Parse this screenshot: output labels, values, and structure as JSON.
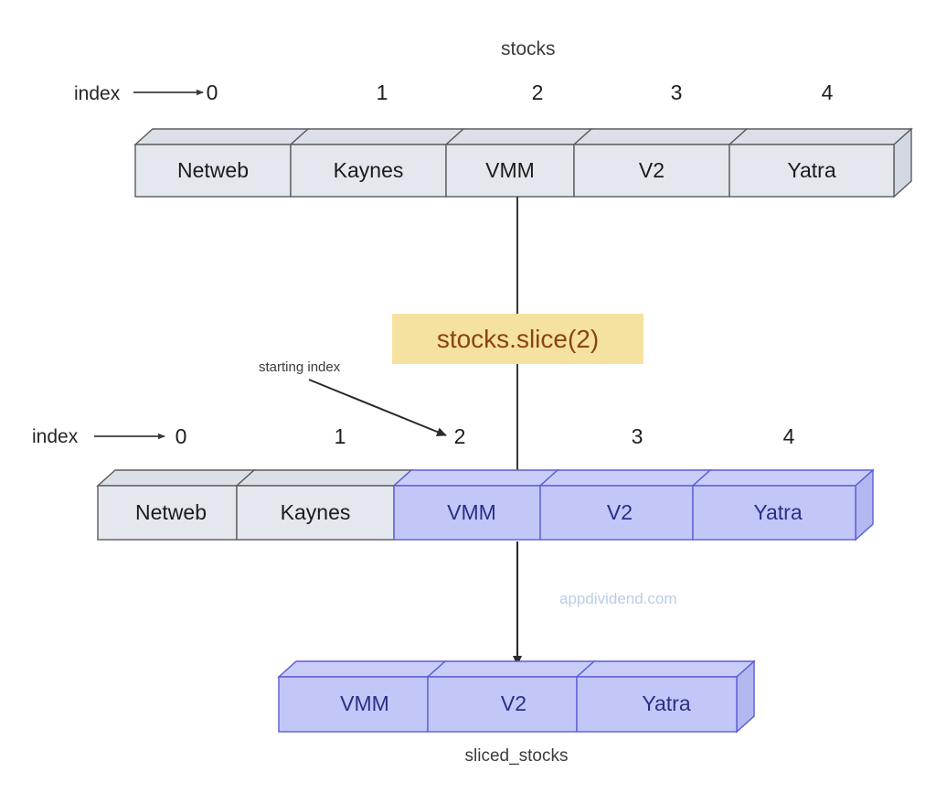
{
  "diagram": {
    "title": "stocks",
    "watermark": "appdividend.com",
    "operation_label": "stocks.slice(2)",
    "annotation": "starting index",
    "result_caption": "sliced_stocks",
    "index_word": "index"
  },
  "colors": {
    "grey_cell_fill": "#e4e8ee",
    "grey_cell_top": "#dbe0e8",
    "grey_cell_side": "#d2d8e2",
    "grey_cell_stroke": "#5c5c5c",
    "grey_cell_text": "#1b1b1b",
    "blue_cell_fill": "#c3c7f7",
    "blue_cell_top": "#c9cdf8",
    "blue_cell_side": "#b4b8f0",
    "blue_cell_stroke": "#5c5cd6",
    "blue_cell_text": "#2b2e87",
    "highlight_box_fill": "#f6e2a0",
    "highlight_box_text": "#8a4413",
    "arrow_stroke": "#3b3b3b",
    "watermark_text": "#b9cdea",
    "background": "#ffffff"
  },
  "arrays": {
    "source": {
      "name": "stocks",
      "indices": [
        "0",
        "1",
        "2",
        "3",
        "4"
      ],
      "cells": [
        {
          "value": "Netweb",
          "highlighted": false
        },
        {
          "value": "Kaynes",
          "highlighted": false
        },
        {
          "value": "VMM",
          "highlighted": false
        },
        {
          "value": "V2",
          "highlighted": false
        },
        {
          "value": "Yatra",
          "highlighted": false
        }
      ]
    },
    "annotated": {
      "name": "stocks",
      "indices": [
        "0",
        "1",
        "2",
        "3",
        "4"
      ],
      "starting_index": "2",
      "cells": [
        {
          "value": "Netweb",
          "highlighted": false
        },
        {
          "value": "Kaynes",
          "highlighted": false
        },
        {
          "value": "VMM",
          "highlighted": true
        },
        {
          "value": "V2",
          "highlighted": true
        },
        {
          "value": "Yatra",
          "highlighted": true
        }
      ]
    },
    "result": {
      "name": "sliced_stocks",
      "cells": [
        {
          "value": "VMM",
          "highlighted": true
        },
        {
          "value": "V2",
          "highlighted": true
        },
        {
          "value": "Yatra",
          "highlighted": true
        }
      ]
    }
  }
}
